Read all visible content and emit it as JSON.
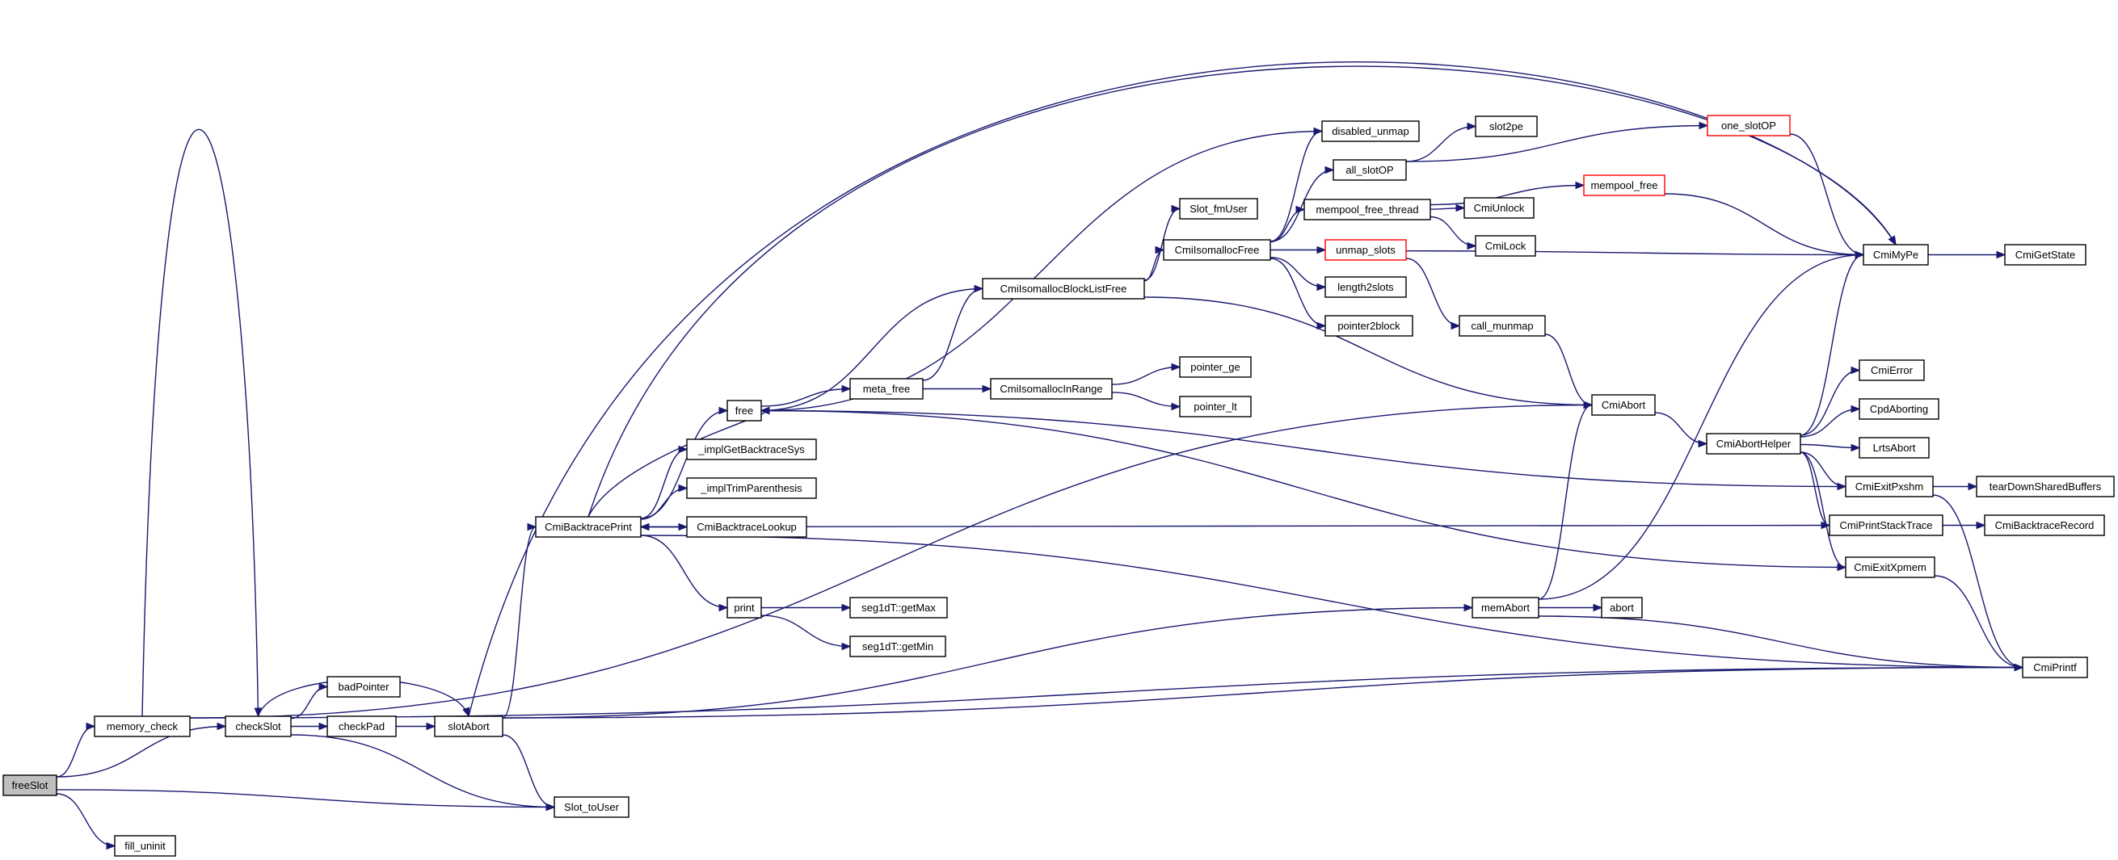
{
  "nodes": [
    {
      "id": "freeSlot",
      "label": "freeSlot",
      "style": "grey"
    },
    {
      "id": "memory_check",
      "label": "memory_check"
    },
    {
      "id": "checkSlot",
      "label": "checkSlot"
    },
    {
      "id": "badPointer",
      "label": "badPointer"
    },
    {
      "id": "checkPad",
      "label": "checkPad"
    },
    {
      "id": "slotAbort",
      "label": "slotAbort"
    },
    {
      "id": "Slot_toUser",
      "label": "Slot_toUser"
    },
    {
      "id": "fill_uninit",
      "label": "fill_uninit"
    },
    {
      "id": "CmiBacktracePrint",
      "label": "CmiBacktracePrint"
    },
    {
      "id": "free",
      "label": "free"
    },
    {
      "id": "_implGetBacktraceSys",
      "label": "_implGetBacktraceSys"
    },
    {
      "id": "_implTrimParenthesis",
      "label": "_implTrimParenthesis"
    },
    {
      "id": "CmiBacktraceLookup",
      "label": "CmiBacktraceLookup"
    },
    {
      "id": "print",
      "label": "print"
    },
    {
      "id": "seg1dT_getMax",
      "label": "seg1dT::getMax"
    },
    {
      "id": "seg1dT_getMin",
      "label": "seg1dT::getMin"
    },
    {
      "id": "meta_free",
      "label": "meta_free"
    },
    {
      "id": "CmiIsomallocInRange",
      "label": "CmiIsomallocInRange"
    },
    {
      "id": "pointer_ge",
      "label": "pointer_ge"
    },
    {
      "id": "pointer_lt",
      "label": "pointer_lt"
    },
    {
      "id": "CmiIsomallocBlockListFree",
      "label": "CmiIsomallocBlockListFree"
    },
    {
      "id": "Slot_fmUser",
      "label": "Slot_fmUser"
    },
    {
      "id": "CmiIsomallocFree",
      "label": "CmiIsomallocFree"
    },
    {
      "id": "disabled_unmap",
      "label": "disabled_unmap"
    },
    {
      "id": "all_slotOP",
      "label": "all_slotOP"
    },
    {
      "id": "slot2pe",
      "label": "slot2pe"
    },
    {
      "id": "mempool_free_thread",
      "label": "mempool_free_thread"
    },
    {
      "id": "CmiUnlock",
      "label": "CmiUnlock"
    },
    {
      "id": "CmiLock",
      "label": "CmiLock"
    },
    {
      "id": "unmap_slots",
      "label": "unmap_slots",
      "style": "red"
    },
    {
      "id": "length2slots",
      "label": "length2slots"
    },
    {
      "id": "pointer2block",
      "label": "pointer2block"
    },
    {
      "id": "call_munmap",
      "label": "call_munmap"
    },
    {
      "id": "one_slotOP",
      "label": "one_slotOP",
      "style": "red"
    },
    {
      "id": "mempool_free",
      "label": "mempool_free",
      "style": "red"
    },
    {
      "id": "CmiMyPe",
      "label": "CmiMyPe"
    },
    {
      "id": "CmiGetState",
      "label": "CmiGetState"
    },
    {
      "id": "CmiAbort",
      "label": "CmiAbort"
    },
    {
      "id": "CmiAbortHelper",
      "label": "CmiAbortHelper"
    },
    {
      "id": "CmiError",
      "label": "CmiError"
    },
    {
      "id": "CpdAborting",
      "label": "CpdAborting"
    },
    {
      "id": "LrtsAbort",
      "label": "LrtsAbort"
    },
    {
      "id": "CmiExitPxshm",
      "label": "CmiExitPxshm"
    },
    {
      "id": "tearDownSharedBuffers",
      "label": "tearDownSharedBuffers"
    },
    {
      "id": "CmiPrintStackTrace",
      "label": "CmiPrintStackTrace"
    },
    {
      "id": "CmiBacktraceRecord",
      "label": "CmiBacktraceRecord"
    },
    {
      "id": "CmiExitXpmem",
      "label": "CmiExitXpmem"
    },
    {
      "id": "memAbort",
      "label": "memAbort"
    },
    {
      "id": "abort",
      "label": "abort"
    },
    {
      "id": "CmiPrintf",
      "label": "CmiPrintf"
    }
  ]
}
